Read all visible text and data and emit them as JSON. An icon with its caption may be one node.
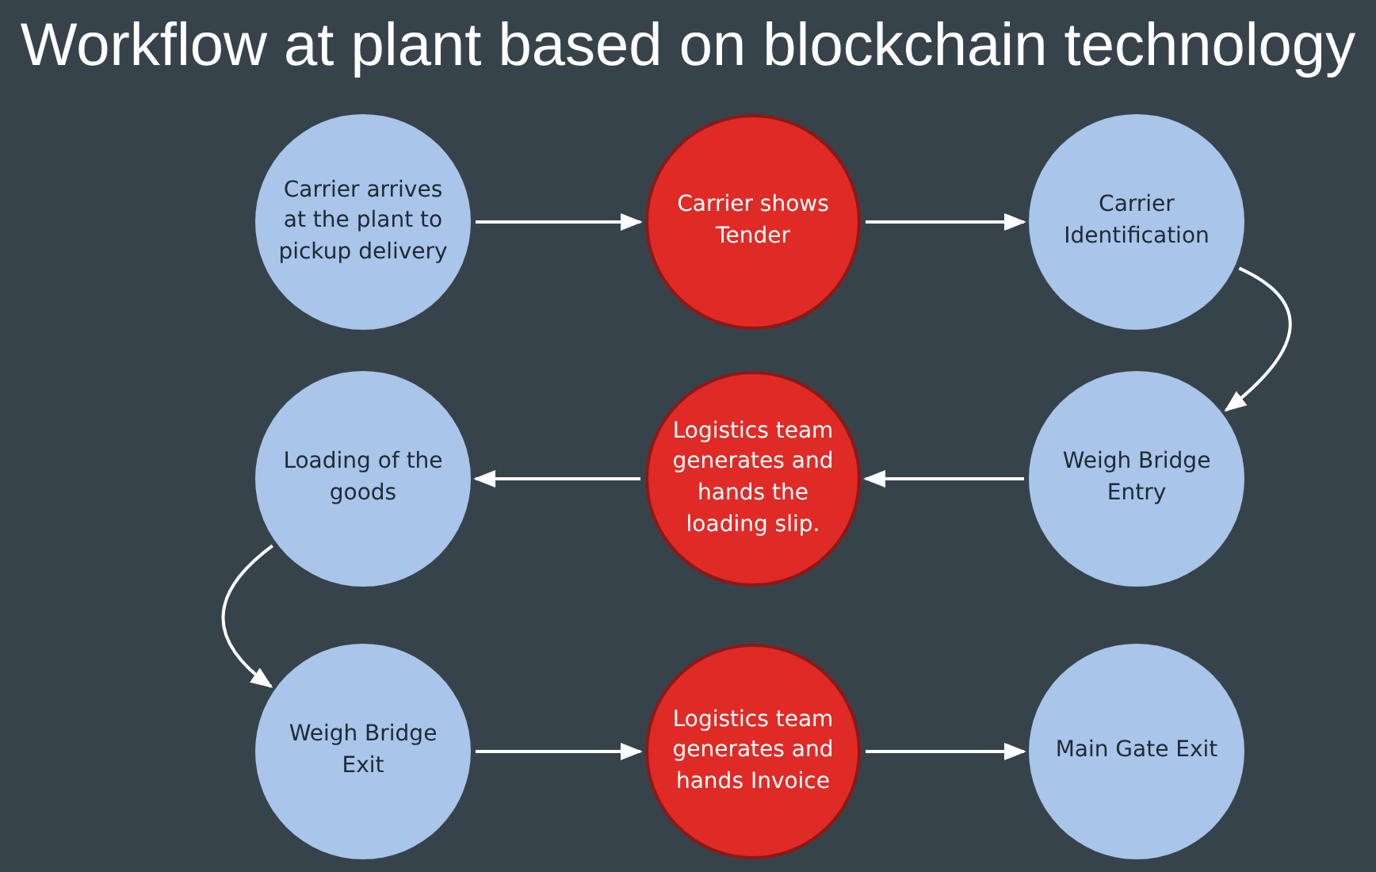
{
  "diagram": {
    "title": "Workflow at plant based on blockchain technology",
    "nodes": [
      {
        "text": [
          "Carrier arrives at the plant to pickup delivery"
        ]
      },
      {
        "text": [
          "Carrier shows Tender"
        ]
      },
      {
        "text": [
          "Carrier Identification"
        ]
      },
      {
        "text": [
          "Loading of the goods"
        ]
      },
      {
        "text": [
          "Logistics team generates and hands the loading slip."
        ]
      },
      {
        "text": [
          "Weigh Bridge Entry"
        ]
      },
      {
        "text": [
          "Weigh Bridge Exit"
        ]
      },
      {
        "text": [
          "Logistics team generates and hands Invoice"
        ]
      },
      {
        "text": [
          "Main Gate Exit"
        ]
      }
    ],
    "edges": [
      {
        "from": 0,
        "to": 1,
        "arrow": "to"
      },
      {
        "from": 1,
        "to": 2,
        "arrow": "to"
      },
      {
        "from": 2,
        "to": 5,
        "arrow": "to"
      },
      {
        "from": 5,
        "to": 4,
        "arrow": "to"
      },
      {
        "from": 4,
        "to": 3,
        "arrow": "to"
      },
      {
        "from": 3,
        "to": 6,
        "arrow": "to"
      },
      {
        "from": 6,
        "to": 7,
        "arrow": "to"
      },
      {
        "from": 7,
        "to": 8,
        "arrow": "to"
      }
    ]
  }
}
